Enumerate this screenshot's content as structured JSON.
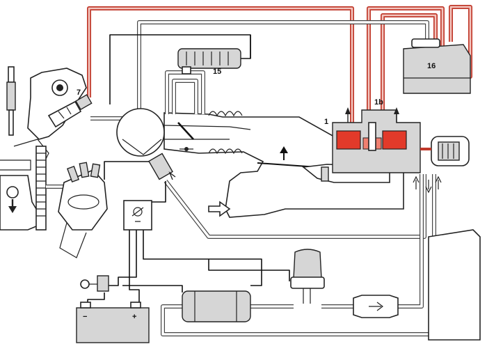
{
  "diagram": {
    "labels": {
      "l7": "7",
      "l15": "15",
      "l16": "16",
      "l1": "1",
      "l1b": "1b"
    },
    "colors": {
      "fuel_line": "#c0392b",
      "fuel_fill": "#e23a2a",
      "component_gray": "#d6d6d6"
    },
    "battery_terminals": {
      "minus": "−",
      "plus": "+"
    }
  }
}
